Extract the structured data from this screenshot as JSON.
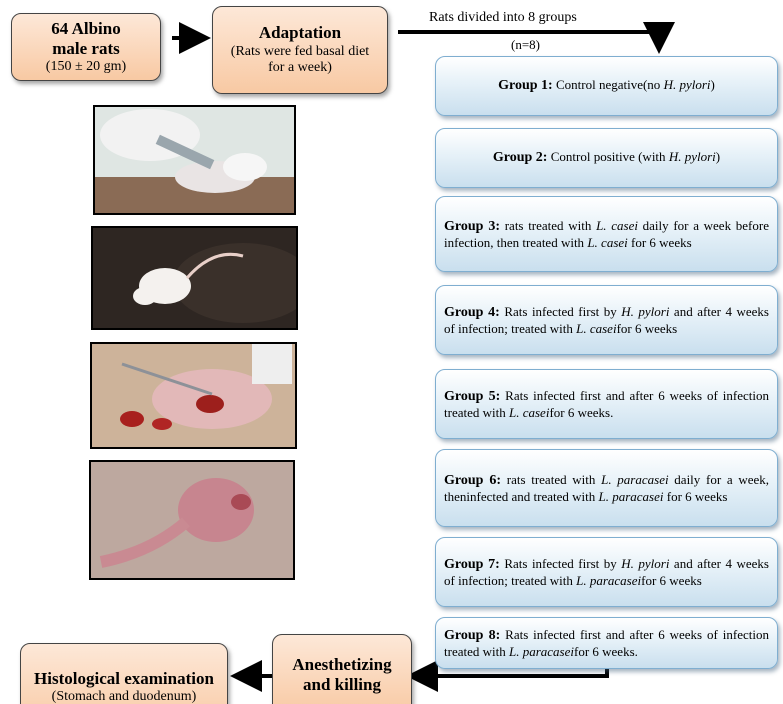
{
  "boxes": {
    "start": {
      "line1": "64 Albino",
      "line2": "male rats",
      "line3": "(150 ± 20 gm)"
    },
    "adaptation": {
      "title": "Adaptation",
      "body": "(Rats were fed basal diet for a week)"
    },
    "histology": {
      "title": "Histological examination",
      "body": "(Stomach and duodenum)"
    },
    "anesthetizing": {
      "title": "Anesthetizing and killing"
    }
  },
  "labels": {
    "divided": "Rats divided into 8 groups",
    "n": "(n=8)"
  },
  "groups": [
    {
      "head": "Group 1:",
      "parts": [
        {
          "t": " Control negative(no ",
          "i": false
        },
        {
          "t": "H. pylori",
          "i": true
        },
        {
          "t": ")",
          "i": false
        }
      ]
    },
    {
      "head": "Group 2:",
      "parts": [
        {
          "t": " Control positive (with ",
          "i": false
        },
        {
          "t": "H. pylori",
          "i": true
        },
        {
          "t": ")",
          "i": false
        }
      ]
    },
    {
      "head": "Group 3:",
      "parts": [
        {
          "t": " rats treated with ",
          "i": false
        },
        {
          "t": "L. casei",
          "i": true
        },
        {
          "t": " daily for a week before infection, then treated with ",
          "i": false
        },
        {
          "t": "L. casei",
          "i": true
        },
        {
          "t": " for 6 weeks",
          "i": false
        }
      ]
    },
    {
      "head": "Group 4:",
      "parts": [
        {
          "t": " Rats infected first by ",
          "i": false
        },
        {
          "t": "H. pylori",
          "i": true
        },
        {
          "t": " and after 4 weeks of infection; treated with ",
          "i": false
        },
        {
          "t": "L. casei",
          "i": true
        },
        {
          "t": "for 6 weeks",
          "i": false
        }
      ]
    },
    {
      "head": "Group 5:",
      "parts": [
        {
          "t": " Rats infected first and after 6 weeks of infection treated with ",
          "i": false
        },
        {
          "t": "L. casei",
          "i": true
        },
        {
          "t": "for 6 weeks.",
          "i": false
        }
      ]
    },
    {
      "head": "Group 6:",
      "parts": [
        {
          "t": " rats treated with ",
          "i": false
        },
        {
          "t": "L. paracasei",
          "i": true
        },
        {
          "t": " daily for a week, theninfected and treated with ",
          "i": false
        },
        {
          "t": "L. paracasei",
          "i": true
        },
        {
          "t": " for 6 weeks",
          "i": false
        }
      ]
    },
    {
      "head": "Group 7:",
      "parts": [
        {
          "t": " Rats infected first by ",
          "i": false
        },
        {
          "t": "H. pylori",
          "i": true
        },
        {
          "t": " and after 4 weeks of infection; treated with ",
          "i": false
        },
        {
          "t": "L. paracasei",
          "i": true
        },
        {
          "t": "for 6 weeks",
          "i": false
        }
      ]
    },
    {
      "head": "Group 8:",
      "parts": [
        {
          "t": " Rats infected first and after 6 weeks of infection treated with ",
          "i": false
        },
        {
          "t": "L. paracasei",
          "i": true
        },
        {
          "t": "for 6 weeks.",
          "i": false
        }
      ]
    }
  ],
  "colors": {
    "peach_top": "#fde8d8",
    "peach_bottom": "#f8c9a3",
    "blue_top": "#ffffff",
    "blue_bottom": "#c9dfee",
    "arrow": "#000000"
  }
}
